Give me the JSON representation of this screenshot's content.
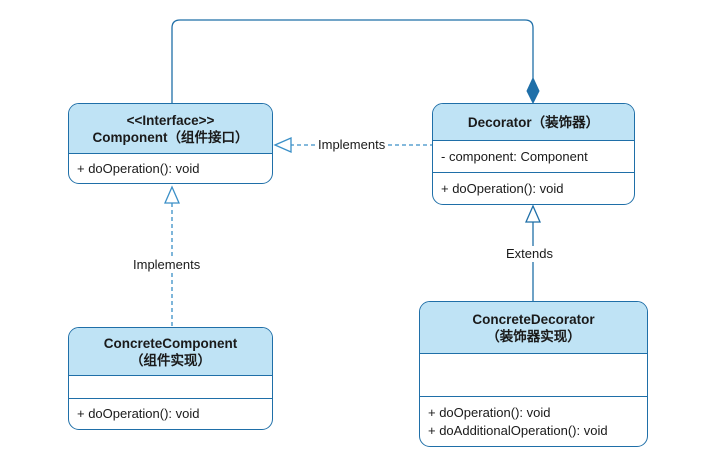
{
  "classes": {
    "component": {
      "stereotype": "<<Interface>>",
      "name": "Component（组件接口）",
      "methods": [
        "+ doOperation(): void"
      ]
    },
    "decorator": {
      "name": "Decorator（装饰器）",
      "attributes": [
        "- component: Component"
      ],
      "methods": [
        "+ doOperation(): void"
      ]
    },
    "concrete_component": {
      "name": "ConcreteComponent",
      "name_cn": "（组件实现）",
      "methods": [
        "+ doOperation(): void"
      ]
    },
    "concrete_decorator": {
      "name": "ConcreteDecorator",
      "name_cn": "（装饰器实现）",
      "methods": [
        "+ doOperation(): void",
        "+ doAdditionalOperation(): void"
      ]
    }
  },
  "relations": {
    "decorator_implements": "Implements",
    "concrete_component_implements": "Implements",
    "concrete_decorator_extends": "Extends"
  },
  "colors": {
    "header_fill": "#bfe3f5",
    "border": "#1f6fa8",
    "connector": "#1f6fa8",
    "dashed_connector": "#3a8fc7"
  }
}
